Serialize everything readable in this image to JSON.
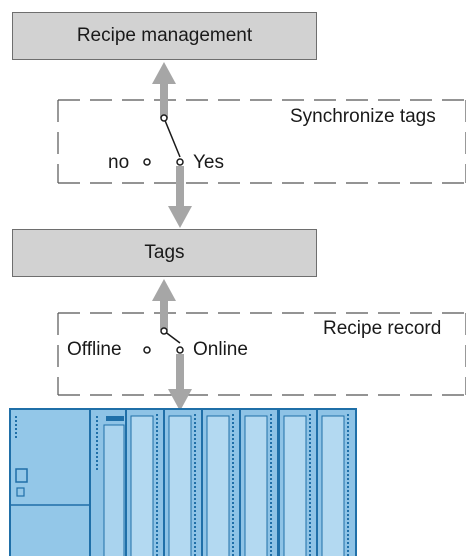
{
  "boxes": {
    "top": "Recipe management",
    "middle": "Tags"
  },
  "switches": [
    {
      "group_label": "Synchronize tags",
      "off_label": "no",
      "on_label": "Yes",
      "state": "on"
    },
    {
      "group_label": "Recipe record",
      "off_label": "Offline",
      "on_label": "Online",
      "state": "on"
    }
  ],
  "colors": {
    "box_fill": "#d2d2d2",
    "box_border": "#6e6e6e",
    "arrow": "#a6a6a6",
    "dash": "#555555",
    "plc_body": "#8ec3e6",
    "plc_module": "#a9d3ee",
    "plc_dark": "#1f6fa8"
  },
  "icons": {
    "plc": "plc-rack-icon"
  }
}
